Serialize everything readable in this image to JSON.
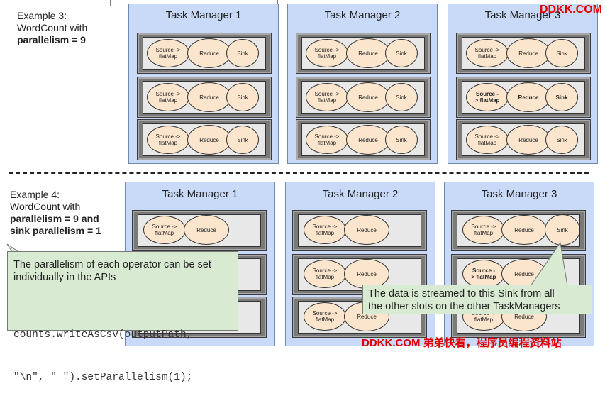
{
  "watermark": {
    "top": "DDKK.COM",
    "bottom": "DDKK.COM 弟弟快看，程序员编程资料站"
  },
  "colors": {
    "taskmanager_bg": "#c9daf8",
    "operator_bg": "#fce5cd",
    "callout_bg": "#d9ead3",
    "watermark": "#e00000"
  },
  "example3": {
    "line1": "Example 3:",
    "line2": "WordCount with",
    "line3": "parallelism = 9",
    "task_managers": [
      {
        "title": "Task Manager 1"
      },
      {
        "title": "Task Manager 2"
      },
      {
        "title": "Task Manager 3"
      }
    ]
  },
  "example4": {
    "line1": "Example 4:",
    "line2": "WordCount with",
    "line3": "parallelism = 9 and",
    "line4": "sink parallelism = 1",
    "task_managers": [
      {
        "title": "Task Manager 1"
      },
      {
        "title": "Task Manager 2"
      },
      {
        "title": "Task Manager 3"
      }
    ]
  },
  "operators": {
    "source": "Source -> flatMap",
    "source_split": "Source -\n> flatMap",
    "reduce": "Reduce",
    "sink": "Sink"
  },
  "callout_left": {
    "text1": "The parallelism of each operator can be set",
    "text2": "individually in the APIs",
    "code1": "counts.writeAsCsv(outputPath,",
    "code2": "\"\\n\", \" \").setParallelism(1);"
  },
  "callout_right": {
    "text1": "The data is streamed to this Sink from all",
    "text2": "the other slots on the other TaskManagers"
  }
}
